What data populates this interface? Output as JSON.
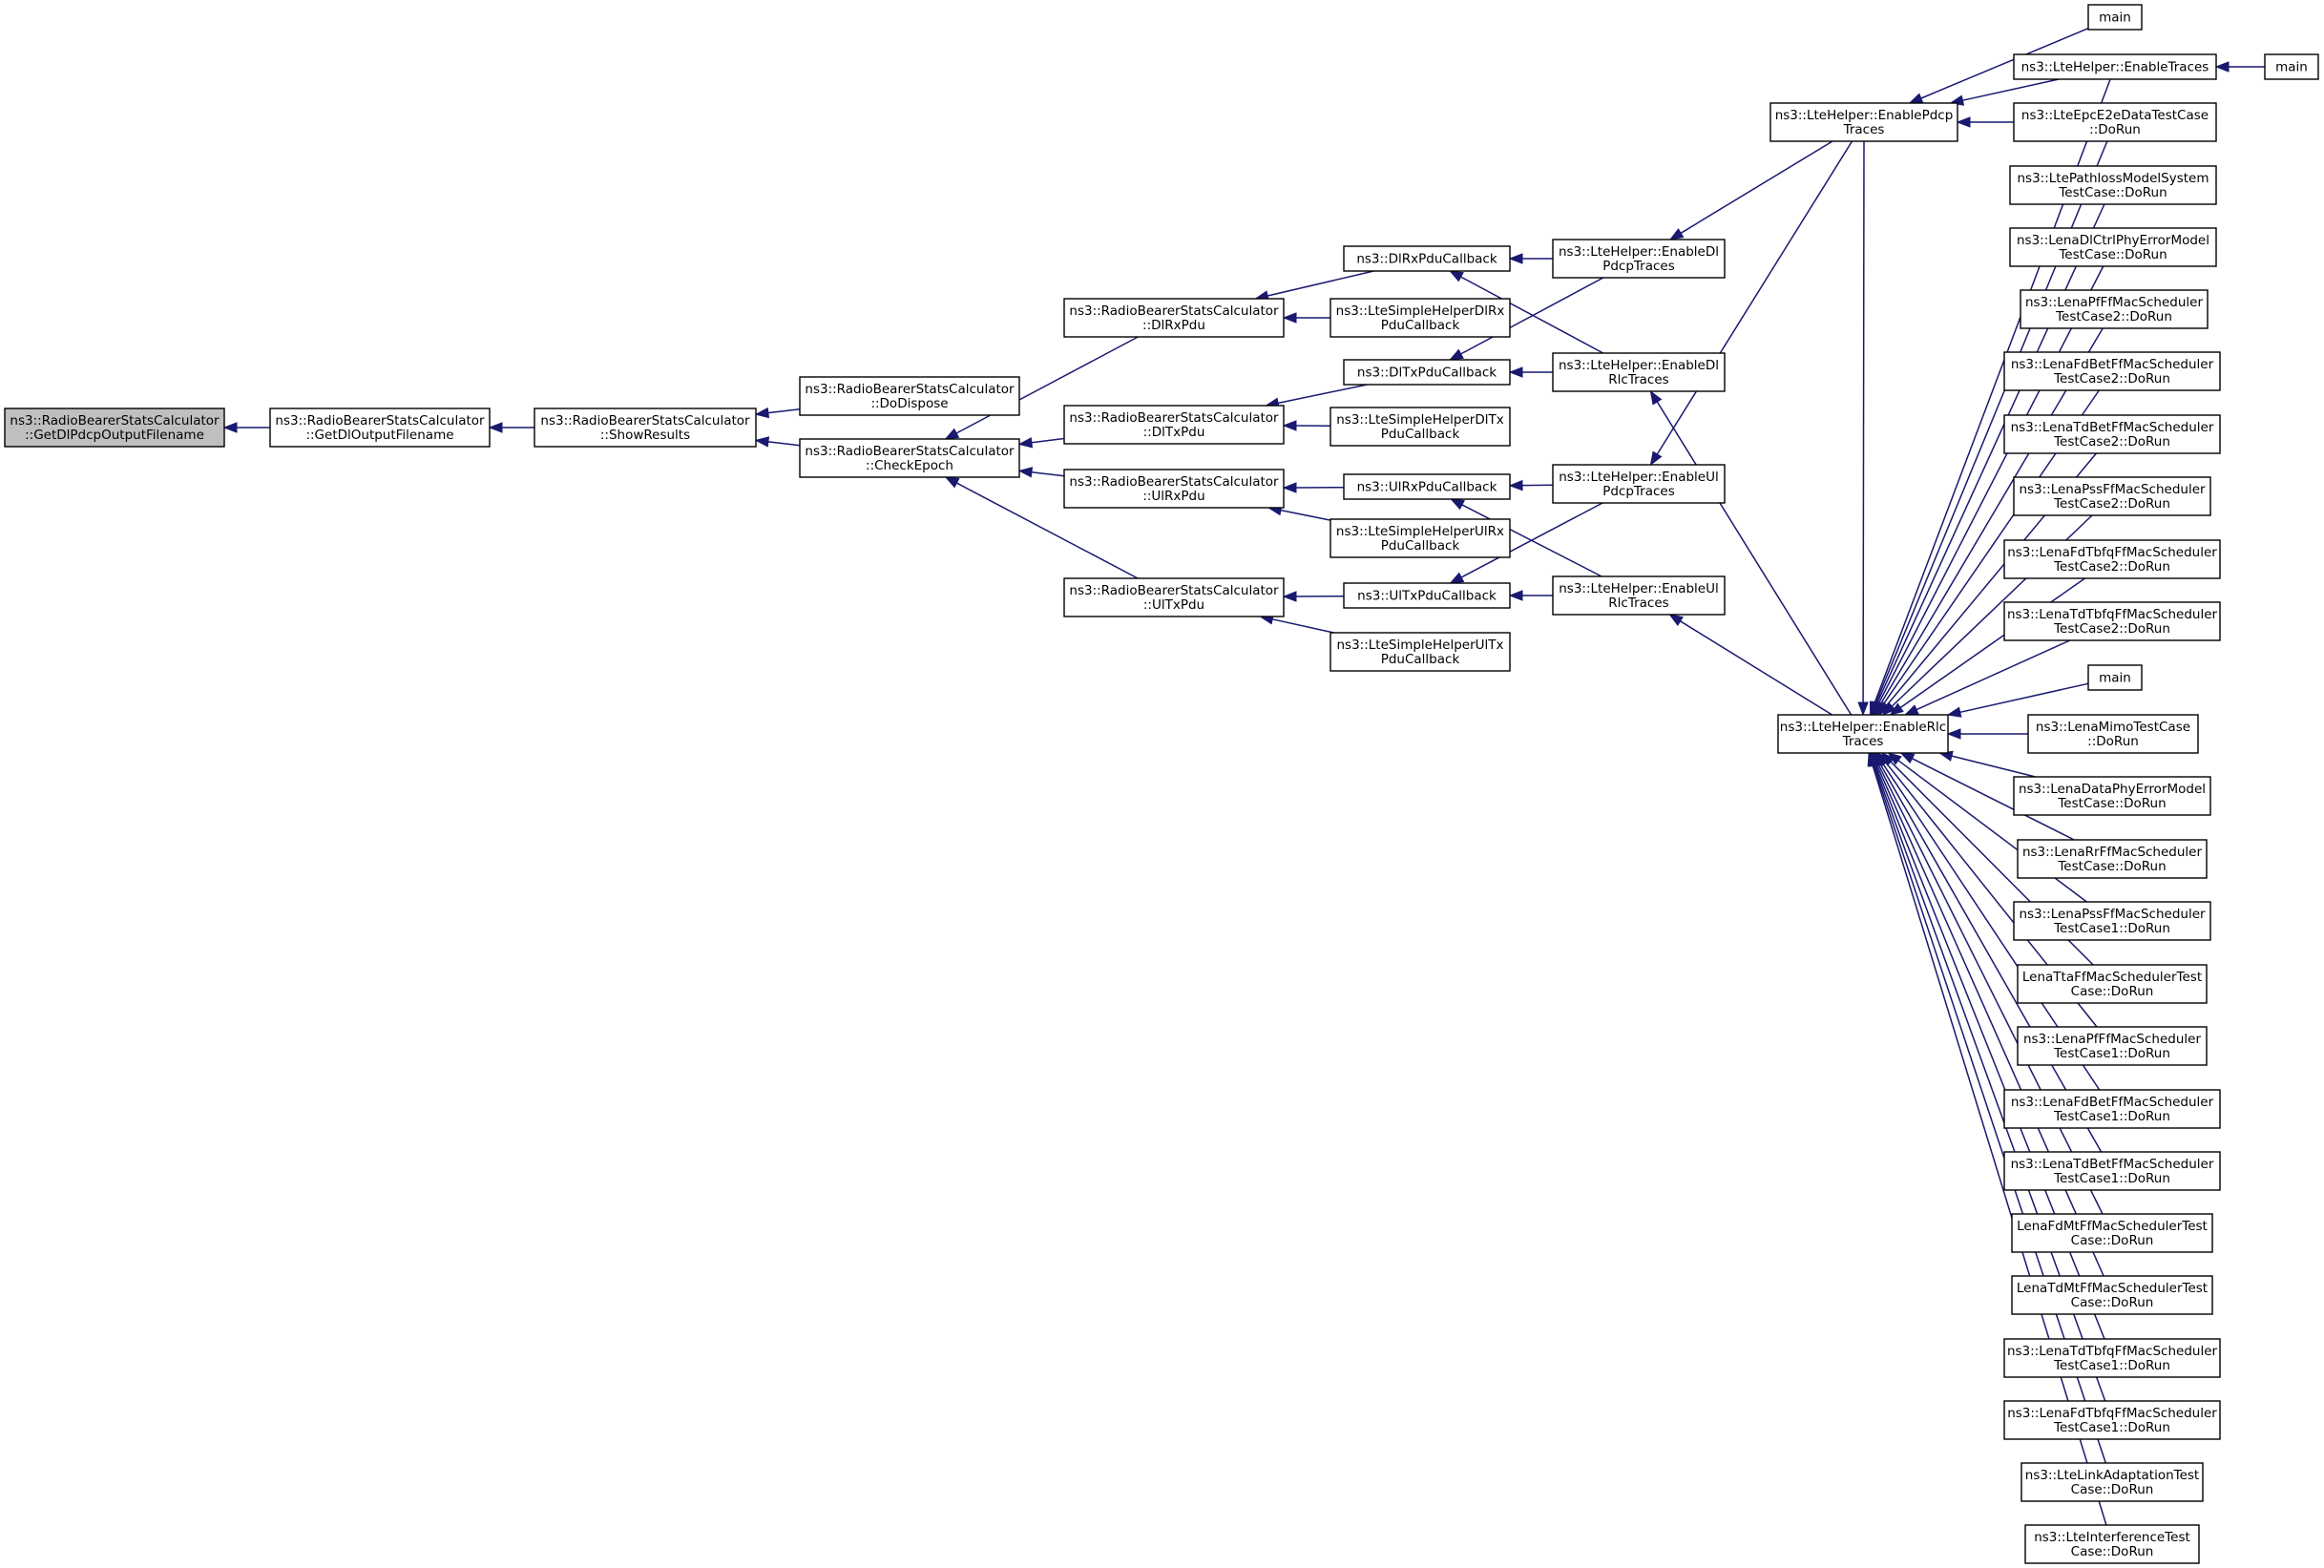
{
  "graph": {
    "nodes": [
      {
        "id": "root",
        "lines": [
          "ns3::RadioBearerStatsCalculator",
          "::GetDlPdcpOutputFilename"
        ],
        "root": true
      },
      {
        "id": "getdloutput",
        "lines": [
          "ns3::RadioBearerStatsCalculator",
          "::GetDlOutputFilename"
        ]
      },
      {
        "id": "showresults",
        "lines": [
          "ns3::RadioBearerStatsCalculator",
          "::ShowResults"
        ]
      },
      {
        "id": "dodispose",
        "lines": [
          "ns3::RadioBearerStatsCalculator",
          "::DoDispose"
        ]
      },
      {
        "id": "checkepoch",
        "lines": [
          "ns3::RadioBearerStatsCalculator",
          "::CheckEpoch"
        ]
      },
      {
        "id": "dlrxpdu",
        "lines": [
          "ns3::RadioBearerStatsCalculator",
          "::DlRxPdu"
        ]
      },
      {
        "id": "dltxpdu",
        "lines": [
          "ns3::RadioBearerStatsCalculator",
          "::DlTxPdu"
        ]
      },
      {
        "id": "ulrxpdu",
        "lines": [
          "ns3::RadioBearerStatsCalculator",
          "::UlRxPdu"
        ]
      },
      {
        "id": "ultxpdu",
        "lines": [
          "ns3::RadioBearerStatsCalculator",
          "::UlTxPdu"
        ]
      },
      {
        "id": "dlrxcb",
        "lines": [
          "ns3::DlRxPduCallback"
        ]
      },
      {
        "id": "simpledlrx",
        "lines": [
          "ns3::LteSimpleHelperDlRx",
          "PduCallback"
        ]
      },
      {
        "id": "dltxcb",
        "lines": [
          "ns3::DlTxPduCallback"
        ]
      },
      {
        "id": "simpledltx",
        "lines": [
          "ns3::LteSimpleHelperDlTx",
          "PduCallback"
        ]
      },
      {
        "id": "ulrxcb",
        "lines": [
          "ns3::UlRxPduCallback"
        ]
      },
      {
        "id": "simpleulrx",
        "lines": [
          "ns3::LteSimpleHelperUlRx",
          "PduCallback"
        ]
      },
      {
        "id": "ultxcb",
        "lines": [
          "ns3::UlTxPduCallback"
        ]
      },
      {
        "id": "simpleultx",
        "lines": [
          "ns3::LteSimpleHelperUlTx",
          "PduCallback"
        ]
      },
      {
        "id": "enabledlpdcp",
        "lines": [
          "ns3::LteHelper::EnableDl",
          "PdcpTraces"
        ]
      },
      {
        "id": "enabledlrlc",
        "lines": [
          "ns3::LteHelper::EnableDl",
          "RlcTraces"
        ]
      },
      {
        "id": "enableulpdcp",
        "lines": [
          "ns3::LteHelper::EnableUl",
          "PdcpTraces"
        ]
      },
      {
        "id": "enableulrlc",
        "lines": [
          "ns3::LteHelper::EnableUl",
          "RlcTraces"
        ]
      },
      {
        "id": "enablepdcp",
        "lines": [
          "ns3::LteHelper::EnablePdcp",
          "Traces"
        ]
      },
      {
        "id": "enablerlc",
        "lines": [
          "ns3::LteHelper::EnableRlc",
          "Traces"
        ]
      },
      {
        "id": "main1",
        "lines": [
          "main"
        ]
      },
      {
        "id": "enabletraces",
        "lines": [
          "ns3::LteHelper::EnableTraces"
        ]
      },
      {
        "id": "main2",
        "lines": [
          "main"
        ]
      },
      {
        "id": "epce2e",
        "lines": [
          "ns3::LteEpcE2eDataTestCase",
          "::DoRun"
        ]
      },
      {
        "id": "pathloss",
        "lines": [
          "ns3::LtePathlossModelSystem",
          "TestCase::DoRun"
        ]
      },
      {
        "id": "dlctrlphy",
        "lines": [
          "ns3::LenaDlCtrlPhyErrorModel",
          "TestCase::DoRun"
        ]
      },
      {
        "id": "pfff2",
        "lines": [
          "ns3::LenaPfFfMacScheduler",
          "TestCase2::DoRun"
        ]
      },
      {
        "id": "fdbet2",
        "lines": [
          "ns3::LenaFdBetFfMacScheduler",
          "TestCase2::DoRun"
        ]
      },
      {
        "id": "tdbet2",
        "lines": [
          "ns3::LenaTdBetFfMacScheduler",
          "TestCase2::DoRun"
        ]
      },
      {
        "id": "pss2",
        "lines": [
          "ns3::LenaPssFfMacScheduler",
          "TestCase2::DoRun"
        ]
      },
      {
        "id": "fdtbfq2",
        "lines": [
          "ns3::LenaFdTbfqFfMacScheduler",
          "TestCase2::DoRun"
        ]
      },
      {
        "id": "tdtbfq2",
        "lines": [
          "ns3::LenaTdTbfqFfMacScheduler",
          "TestCase2::DoRun"
        ]
      },
      {
        "id": "main3",
        "lines": [
          "main"
        ]
      },
      {
        "id": "mimo",
        "lines": [
          "ns3::LenaMimoTestCase",
          "::DoRun"
        ]
      },
      {
        "id": "dataphy",
        "lines": [
          "ns3::LenaDataPhyErrorModel",
          "TestCase::DoRun"
        ]
      },
      {
        "id": "rrff",
        "lines": [
          "ns3::LenaRrFfMacScheduler",
          "TestCase::DoRun"
        ]
      },
      {
        "id": "pss1",
        "lines": [
          "ns3::LenaPssFfMacScheduler",
          "TestCase1::DoRun"
        ]
      },
      {
        "id": "ttaff",
        "lines": [
          "LenaTtaFfMacSchedulerTest",
          "Case::DoRun"
        ]
      },
      {
        "id": "pfff1",
        "lines": [
          "ns3::LenaPfFfMacScheduler",
          "TestCase1::DoRun"
        ]
      },
      {
        "id": "fdbet1",
        "lines": [
          "ns3::LenaFdBetFfMacScheduler",
          "TestCase1::DoRun"
        ]
      },
      {
        "id": "tdbet1",
        "lines": [
          "ns3::LenaTdBetFfMacScheduler",
          "TestCase1::DoRun"
        ]
      },
      {
        "id": "fdmt",
        "lines": [
          "LenaFdMtFfMacSchedulerTest",
          "Case::DoRun"
        ]
      },
      {
        "id": "tdmt",
        "lines": [
          "LenaTdMtFfMacSchedulerTest",
          "Case::DoRun"
        ]
      },
      {
        "id": "tdtbfq1",
        "lines": [
          "ns3::LenaTdTbfqFfMacScheduler",
          "TestCase1::DoRun"
        ]
      },
      {
        "id": "fdtbfq1",
        "lines": [
          "ns3::LenaFdTbfqFfMacScheduler",
          "TestCase1::DoRun"
        ]
      },
      {
        "id": "linkadapt",
        "lines": [
          "ns3::LteLinkAdaptationTest",
          "Case::DoRun"
        ]
      },
      {
        "id": "interference",
        "lines": [
          "ns3::LteInterferenceTest",
          "Case::DoRun"
        ]
      }
    ],
    "edges": [
      [
        "getdloutput",
        "root"
      ],
      [
        "showresults",
        "getdloutput"
      ],
      [
        "dodispose",
        "showresults"
      ],
      [
        "checkepoch",
        "showresults"
      ],
      [
        "dlrxpdu",
        "checkepoch"
      ],
      [
        "dltxpdu",
        "checkepoch"
      ],
      [
        "ulrxpdu",
        "checkepoch"
      ],
      [
        "ultxpdu",
        "checkepoch"
      ],
      [
        "dlrxcb",
        "dlrxpdu"
      ],
      [
        "simpledlrx",
        "dlrxpdu"
      ],
      [
        "dltxcb",
        "dltxpdu"
      ],
      [
        "simpledltx",
        "dltxpdu"
      ],
      [
        "ulrxcb",
        "ulrxpdu"
      ],
      [
        "simpleulrx",
        "ulrxpdu"
      ],
      [
        "ultxcb",
        "ultxpdu"
      ],
      [
        "simpleultx",
        "ultxpdu"
      ],
      [
        "enabledlpdcp",
        "dlrxcb"
      ],
      [
        "enabledlrlc",
        "dlrxcb"
      ],
      [
        "enabledlpdcp",
        "dltxcb"
      ],
      [
        "enabledlrlc",
        "dltxcb"
      ],
      [
        "enableulpdcp",
        "ulrxcb"
      ],
      [
        "enableulrlc",
        "ulrxcb"
      ],
      [
        "enableulpdcp",
        "ultxcb"
      ],
      [
        "enableulrlc",
        "ultxcb"
      ],
      [
        "enablepdcp",
        "enabledlpdcp"
      ],
      [
        "enablepdcp",
        "enableulpdcp"
      ],
      [
        "enablerlc",
        "enabledlrlc"
      ],
      [
        "enablerlc",
        "enableulrlc"
      ],
      [
        "main1",
        "enablepdcp"
      ],
      [
        "enabletraces",
        "enablepdcp"
      ],
      [
        "epce2e",
        "enablepdcp"
      ],
      [
        "main2",
        "enabletraces"
      ],
      [
        "enablepdcp",
        "enablerlc"
      ],
      [
        "enabletraces",
        "enablerlc"
      ],
      [
        "epce2e",
        "enablerlc"
      ],
      [
        "pathloss",
        "enablerlc"
      ],
      [
        "dlctrlphy",
        "enablerlc"
      ],
      [
        "pfff2",
        "enablerlc"
      ],
      [
        "fdbet2",
        "enablerlc"
      ],
      [
        "tdbet2",
        "enablerlc"
      ],
      [
        "pss2",
        "enablerlc"
      ],
      [
        "fdtbfq2",
        "enablerlc"
      ],
      [
        "tdtbfq2",
        "enablerlc"
      ],
      [
        "main3",
        "enablerlc"
      ],
      [
        "mimo",
        "enablerlc"
      ],
      [
        "dataphy",
        "enablerlc"
      ],
      [
        "rrff",
        "enablerlc"
      ],
      [
        "pss1",
        "enablerlc"
      ],
      [
        "ttaff",
        "enablerlc"
      ],
      [
        "pfff1",
        "enablerlc"
      ],
      [
        "fdbet1",
        "enablerlc"
      ],
      [
        "tdbet1",
        "enablerlc"
      ],
      [
        "fdmt",
        "enablerlc"
      ],
      [
        "tdmt",
        "enablerlc"
      ],
      [
        "tdtbfq1",
        "enablerlc"
      ],
      [
        "fdtbfq1",
        "enablerlc"
      ],
      [
        "linkadapt",
        "enablerlc"
      ],
      [
        "interference",
        "enablerlc"
      ]
    ]
  }
}
